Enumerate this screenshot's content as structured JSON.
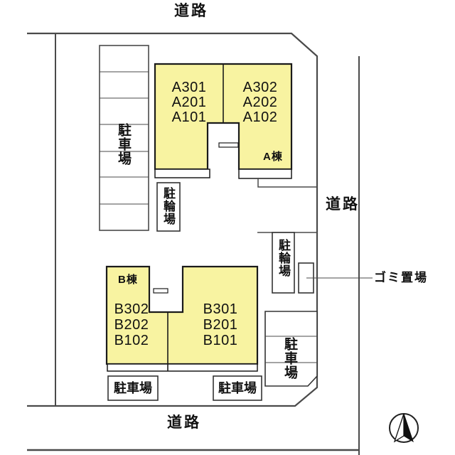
{
  "roads": {
    "top": "道路",
    "right": "道路",
    "bottom": "道路"
  },
  "facilities": {
    "parking_left": "駐車場",
    "parking_right": "駐車場",
    "parking_b_left": "駐車場",
    "parking_b_right": "駐車場",
    "bicycle_a": "駐輪場",
    "bicycle_right": "駐輪場",
    "garbage": "ゴミ置場"
  },
  "buildings": {
    "a": {
      "name": "A棟",
      "left_units": [
        "A301",
        "A201",
        "A101"
      ],
      "right_units": [
        "A302",
        "A202",
        "A102"
      ]
    },
    "b": {
      "name": "B棟",
      "left_units": [
        "B302",
        "B202",
        "B102"
      ],
      "right_units": [
        "B301",
        "B201",
        "B101"
      ]
    }
  },
  "layout_hints": {
    "parking_left_stalls": 7,
    "parking_right_stalls": 3,
    "compass": "north-arrow-bottom-right"
  },
  "colors": {
    "building_fill": "#F8F3A1",
    "boundary_line": "#4a4a4a",
    "building_line": "#1a1a1a",
    "text": "#111111"
  }
}
